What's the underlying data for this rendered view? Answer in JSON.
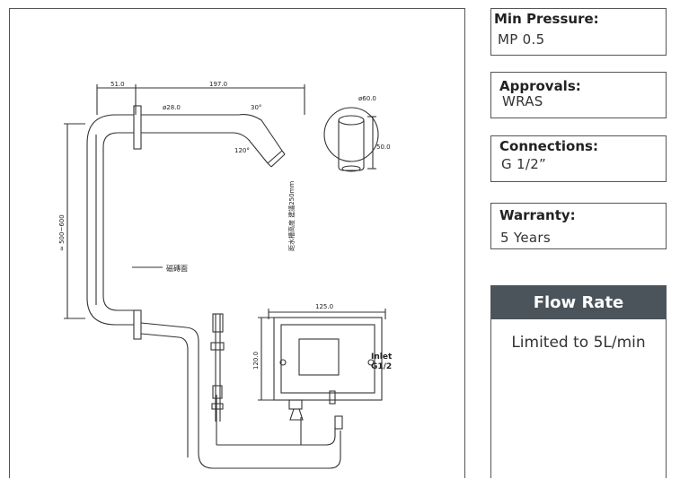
{
  "specs": {
    "min_pressure": {
      "label": "Min Pressure:",
      "value": "MP 0.5"
    },
    "approvals": {
      "label": "Approvals:",
      "value": "WRAS"
    },
    "connections": {
      "label": "Connections:",
      "value": "G 1/2”"
    },
    "warranty": {
      "label": "Warranty:",
      "value": "5 Years"
    }
  },
  "flow_rate": {
    "title": "Flow Rate",
    "value": "Limited to 5L/min"
  },
  "drawing": {
    "dim_51": "51.0",
    "dim_197": "197.0",
    "dim_phi28": "ø28.0",
    "dim_30": "30°",
    "dim_120deg": "120°",
    "dim_phi60": "ø60.0",
    "dim_50": "50.0",
    "dim_height": "≈ 500~600",
    "wall_label": "磁磚面",
    "sink_note": "距水槽高度 建議250mm",
    "dim_125": "125.0",
    "dim_120": "120.0",
    "inlet_label": "Inlet",
    "inlet_size": "G1/2"
  }
}
